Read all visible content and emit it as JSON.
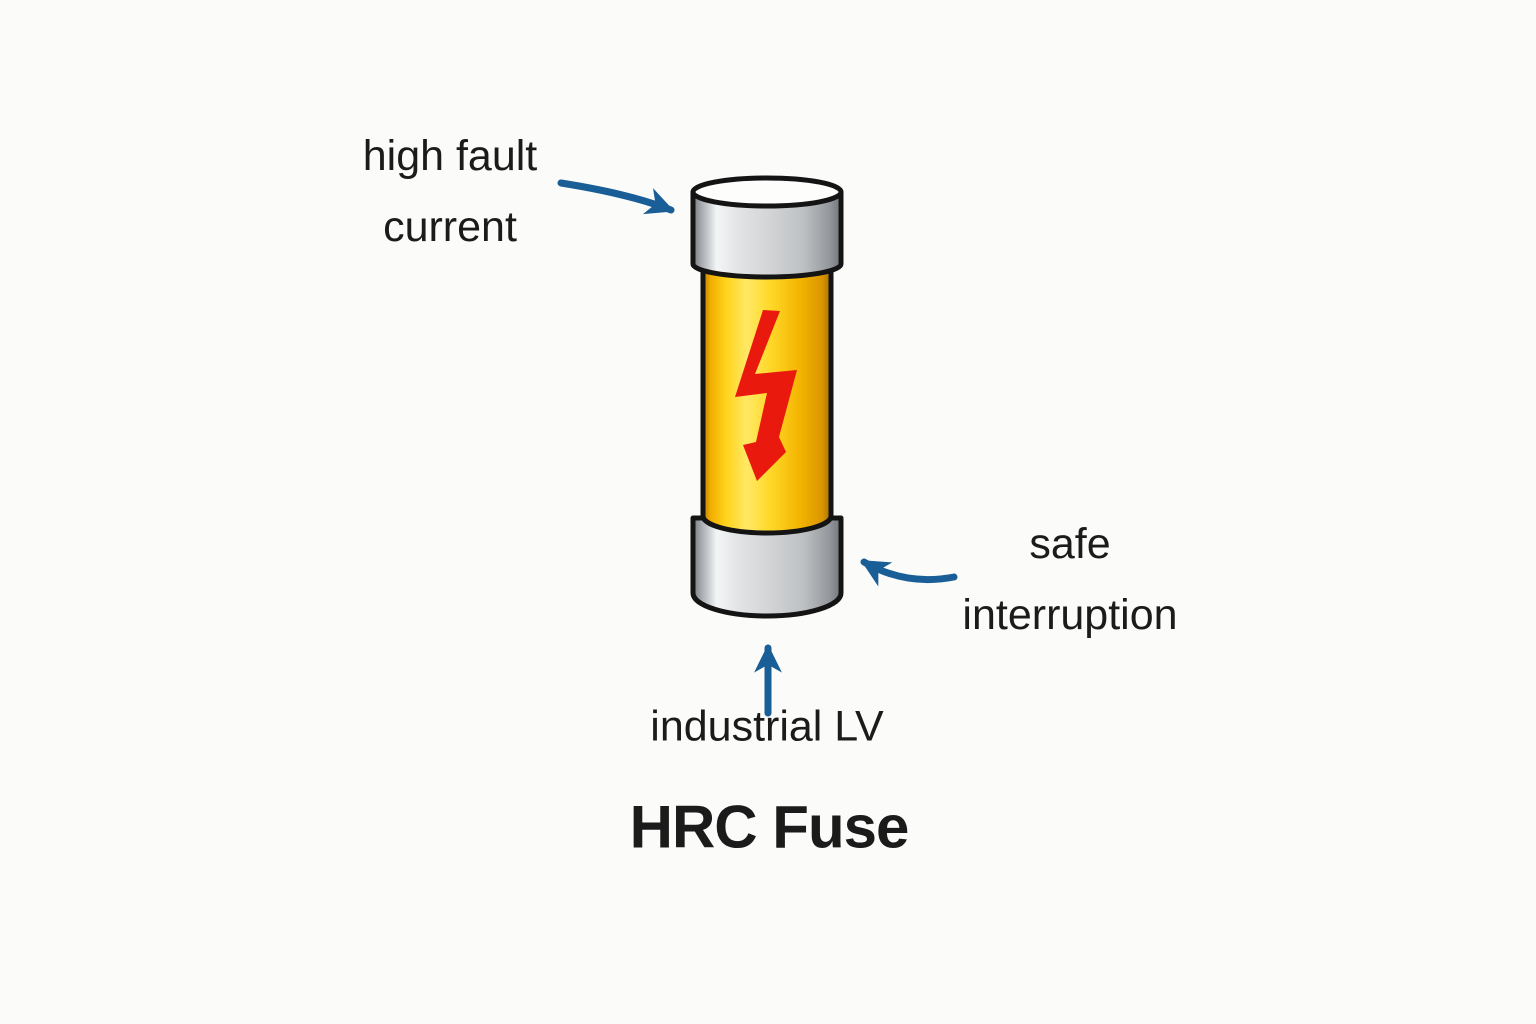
{
  "title": {
    "text": "HRC Fuse"
  },
  "annotations": {
    "high_fault": {
      "line1": "high fault",
      "line2": "current"
    },
    "safe_interruption": {
      "line1": "safe",
      "line2": "interruption"
    },
    "industrial_lv": {
      "text": "industrial LV"
    }
  },
  "figure": {
    "subject": "hrc-fuse-cartridge",
    "parts": [
      "top-metal-cap",
      "yellow-fuse-barrel",
      "lightning-bolt-icon",
      "bottom-metal-cap"
    ],
    "leader_arrows": [
      "arrow-to-top-cap",
      "arrow-to-bottom-cap",
      "arrow-up-from-label"
    ]
  },
  "colors": {
    "background": "#FBFBF9",
    "arrow_blue": "#1A5E97",
    "bolt_red": "#E9190E",
    "body_yellow_light": "#FFE865",
    "body_yellow_deep": "#F2AD00",
    "cap_silver_light": "#F3F5F6",
    "cap_silver_dark": "#8A8E92",
    "outline": "#141414",
    "text_color": "#1B1B1B"
  }
}
